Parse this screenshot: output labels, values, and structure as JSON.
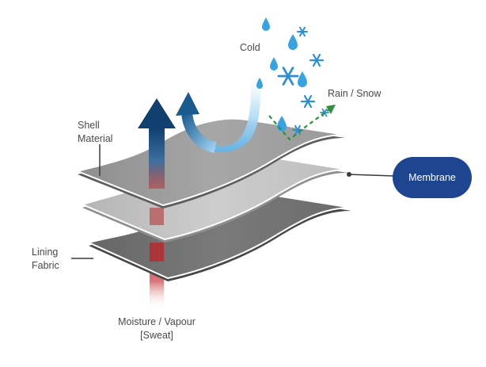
{
  "labels": {
    "cold": "Cold",
    "rain_snow": "Rain / Snow",
    "shell_material": [
      "Shell",
      "Material"
    ],
    "membrane": "Membrane",
    "lining_fabric": [
      "Lining",
      "Fabric"
    ],
    "moisture": [
      "Moisture / Vapour",
      "[Sweat]"
    ]
  },
  "colors": {
    "shell_top": "#9e9e9e",
    "membrane_top": "#c4c4c4",
    "lining_top": "#6f6f6f",
    "layer_edge": "#ffffff",
    "pill": "#1e4690",
    "vapour_arrow": "#1a4a7e",
    "sweat": "#b52a2e",
    "rain_drop": "#3aa3df",
    "snowflake": "#2c8fd1",
    "deflect_arrow": "#2e8f3e"
  }
}
